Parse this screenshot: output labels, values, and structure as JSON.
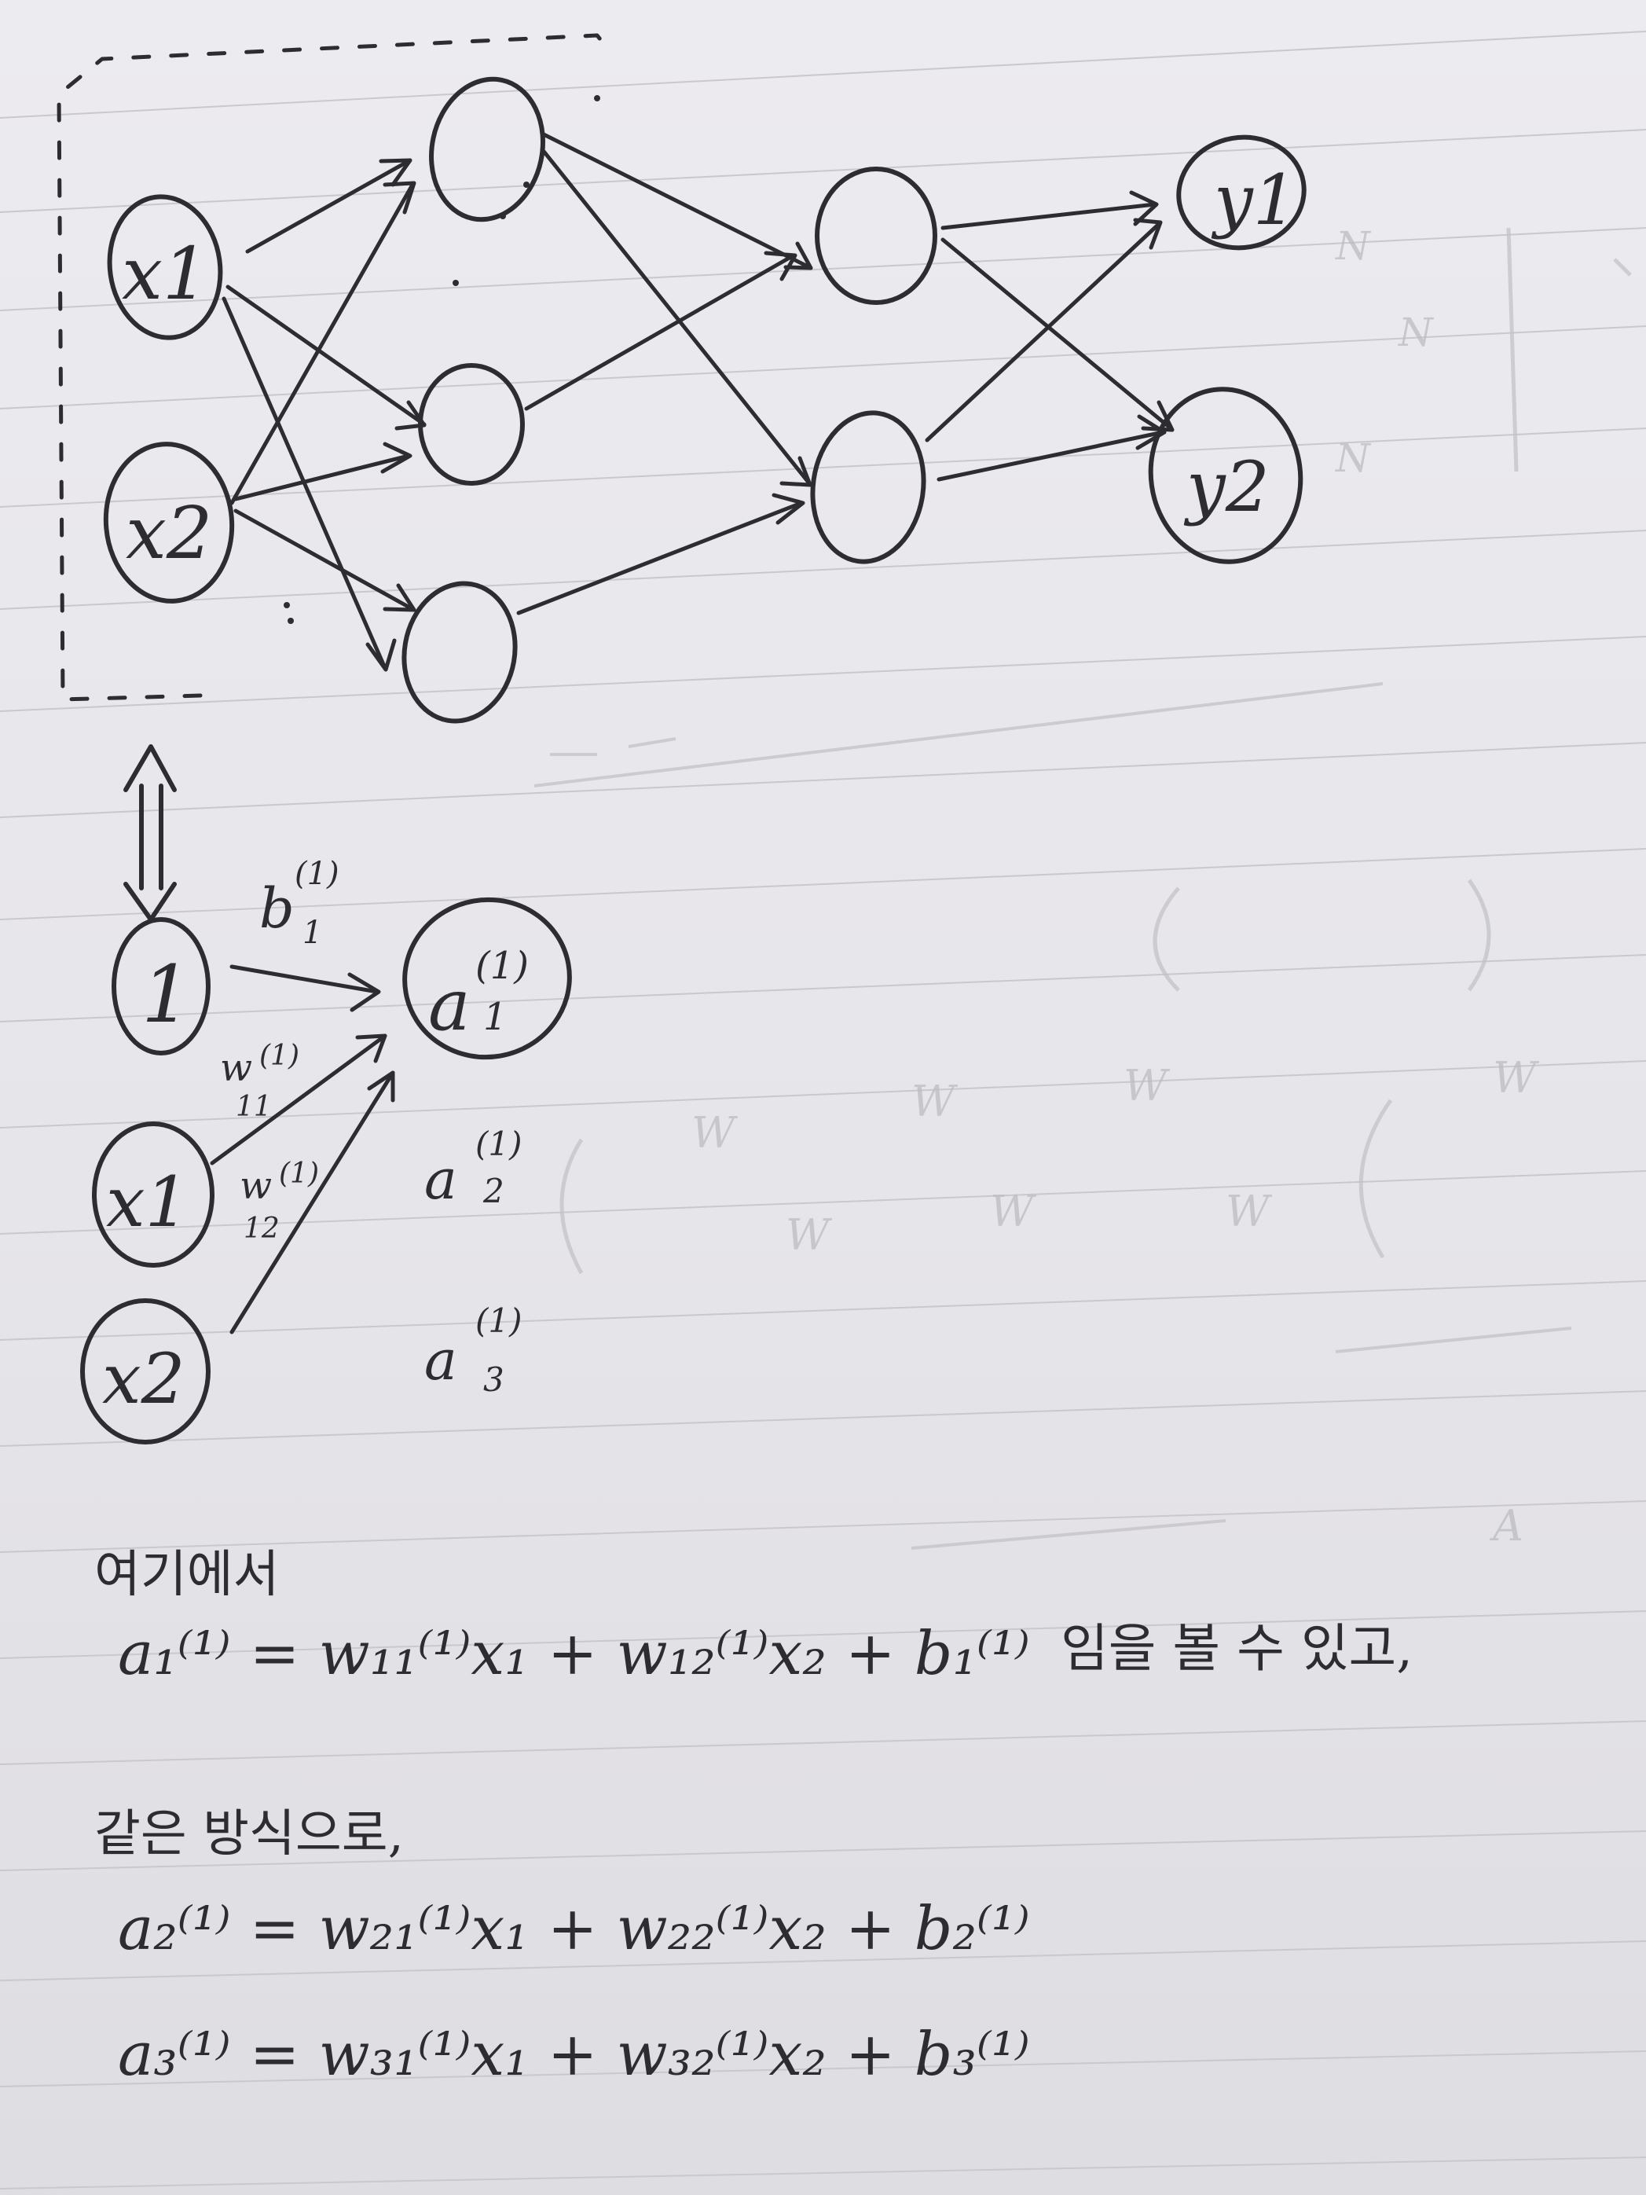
{
  "network": {
    "inputs": [
      "x1",
      "x2"
    ],
    "outputs": [
      "y1",
      "y2"
    ]
  },
  "detail": {
    "bias_node": "1",
    "inputs": [
      "x1",
      "x2"
    ],
    "target_node": {
      "base": "a",
      "sup": "(1)",
      "sub": "1"
    },
    "weights": [
      {
        "base": "b",
        "sup": "(1)",
        "sub": "1"
      },
      {
        "base": "w",
        "sup": "(1)",
        "sub": "11"
      },
      {
        "base": "w",
        "sup": "(1)",
        "sub": "12"
      }
    ],
    "other_nodes": [
      {
        "base": "a",
        "sup": "(1)",
        "sub": "2"
      },
      {
        "base": "a",
        "sup": "(1)",
        "sub": "3"
      }
    ]
  },
  "notes": {
    "line1": "여기에서",
    "eq1": {
      "lhs": "a₁⁽¹⁾ = w₁₁⁽¹⁾x₁ + w₁₂⁽¹⁾x₂ + b₁⁽¹⁾",
      "suffix": "임을 볼 수 있고,"
    },
    "line2": "같은 방식으로,",
    "eq2": "a₂⁽¹⁾ = w₂₁⁽¹⁾x₁ + w₂₂⁽¹⁾x₂ + b₂⁽¹⁾",
    "eq3": "a₃⁽¹⁾ = w₃₁⁽¹⁾x₁ + w₃₂⁽¹⁾x₂ + b₃⁽¹⁾"
  },
  "ink_color": "#2d2c30",
  "paper_color": "#e7e6ea"
}
